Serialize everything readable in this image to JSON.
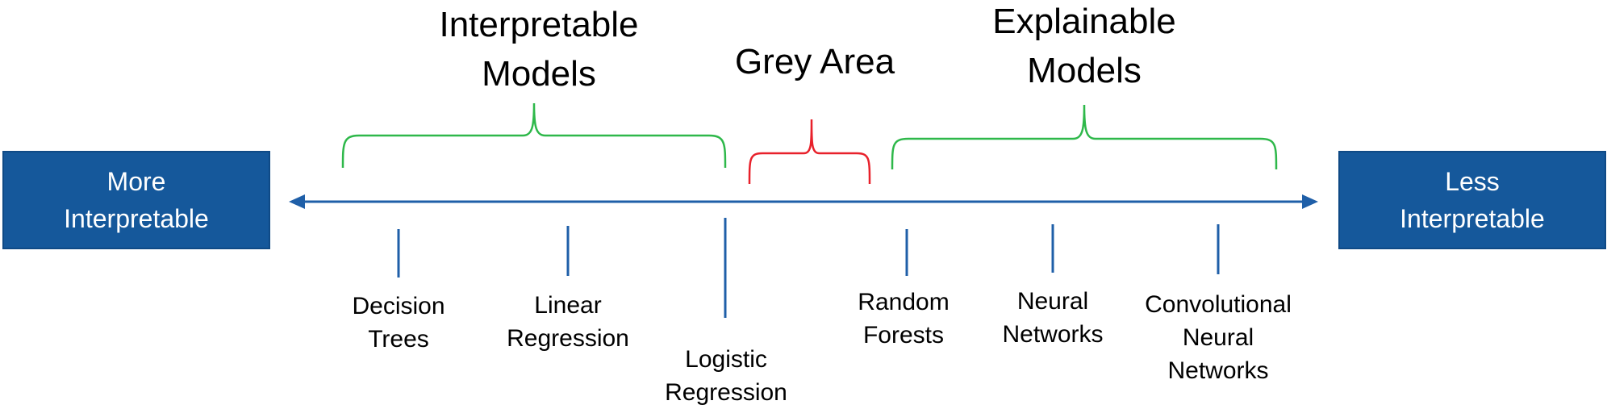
{
  "boxes": {
    "left": {
      "line1": "More",
      "line2": "Interpretable"
    },
    "right": {
      "line1": "Less",
      "line2": "Interpretable"
    }
  },
  "headings": {
    "interpretable": {
      "line1": "Interpretable",
      "line2": "Models"
    },
    "grey": {
      "line1": "Grey Area"
    },
    "explainable": {
      "line1": "Explainable",
      "line2": "Models"
    }
  },
  "models": [
    {
      "line1": "Decision",
      "line2": "Trees"
    },
    {
      "line1": "Linear",
      "line2": "Regression"
    },
    {
      "line1": "Logistic",
      "line2": "Regression"
    },
    {
      "line1": "Random",
      "line2": "Forests"
    },
    {
      "line1": "Neural",
      "line2": "Networks"
    },
    {
      "line1": "Convolutional",
      "line2": "Neural",
      "line3": "Networks"
    }
  ],
  "colors": {
    "axis": "#1f5fa8",
    "box": "#15589b",
    "bracket_green": "#2eb84a",
    "bracket_red": "#e8212b"
  }
}
